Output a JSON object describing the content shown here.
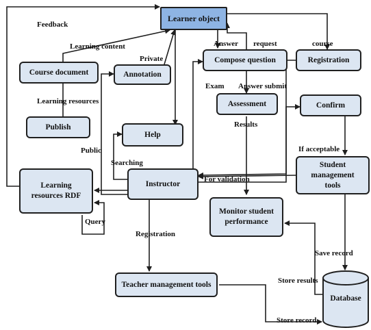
{
  "nodes": {
    "learner_object": "Learner object",
    "course_document": "Course document",
    "annotation": "Annotation",
    "compose_question": "Compose question",
    "registration_box": "Registration",
    "publish": "Publish",
    "assessment": "Assessment",
    "confirm": "Confirm",
    "help": "Help",
    "instructor": "Instructor",
    "student_mgmt": "Student management tools",
    "learning_rdf": "Learning resources RDF",
    "monitor": "Monitor student performance",
    "teacher_mgmt": "Teacher management tools",
    "database": "Database"
  },
  "edge_labels": {
    "feedback": "Feedback",
    "learning_content": "Learning content",
    "private": "Private",
    "answer": "Answer",
    "request": "request",
    "course": "course",
    "exam": "Exam",
    "answer_submit": "Answer submit",
    "learning_resources": "Learning resources",
    "results": "Results",
    "public": "Public",
    "searching": "Searching",
    "if_acceptable": "If acceptable",
    "for_validation": "For validation",
    "query": "Query",
    "registration": "Registration",
    "save_record": "Save record",
    "store_results": "Store results",
    "store_record": "Store record"
  },
  "colors": {
    "node_fill": "#dce6f2",
    "highlight_fill": "#8eb4e3",
    "stroke": "#1f1f1f"
  }
}
